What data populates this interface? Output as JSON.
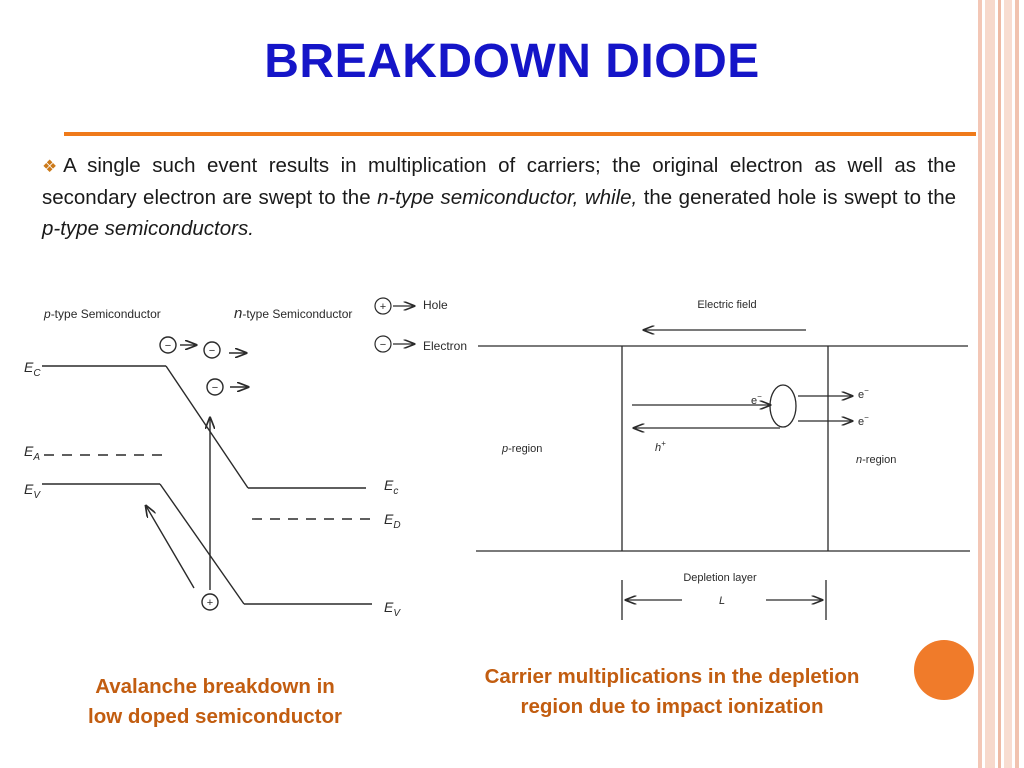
{
  "slide": {
    "title": "BREAKDOWN DIODE",
    "body": {
      "bullet_icon": "diamond-bullet-icon",
      "segments": [
        {
          "text": "A single such event results in multiplication of carriers; the original electron as well as the secondary electron are swept to the ",
          "italic": false
        },
        {
          "text": "n-type semiconductor, while,",
          "italic": true
        },
        {
          "text": " the generated hole is swept to the ",
          "italic": false
        },
        {
          "text": "p-type semiconductors.",
          "italic": true
        }
      ]
    },
    "caption_left_line1": "Avalanche breakdown in",
    "caption_left_line2": "low doped semiconductor",
    "caption_right_line1": "Carrier multiplications in the depletion",
    "caption_right_line2": "region due to impact ionization",
    "colors": {
      "title": "#1515c8",
      "accent": "#ef7a1a",
      "caption": "#c25d10",
      "bullet": "#cc7a1a"
    }
  },
  "band_diagram": {
    "p_type": "-type Semiconductor",
    "n_type": "-type Semiconductor",
    "p_letter": "p",
    "n_letter": "n",
    "level_ec": "E",
    "level_ec_sub": "C",
    "level_ea": "E",
    "level_ea_sub": "A",
    "level_ev": "E",
    "level_ev_sub": "V",
    "level_ec_right_sub": "c",
    "level_ed_sub": "D",
    "level_ev_right_sub": "V",
    "minus_sign": "−",
    "plus_sign": "+"
  },
  "legend": {
    "hole": "Hole",
    "electron": "Electron"
  },
  "depletion_diagram": {
    "electric_field": "Electric field",
    "p_region": "-region",
    "p_letter": "p",
    "n_region": "-region",
    "n_letter": "n",
    "electron_label": "e",
    "electron_sup": "−",
    "hole_label": "h",
    "hole_sup": "+",
    "depletion_layer": "Depletion layer",
    "length_label": "L"
  }
}
